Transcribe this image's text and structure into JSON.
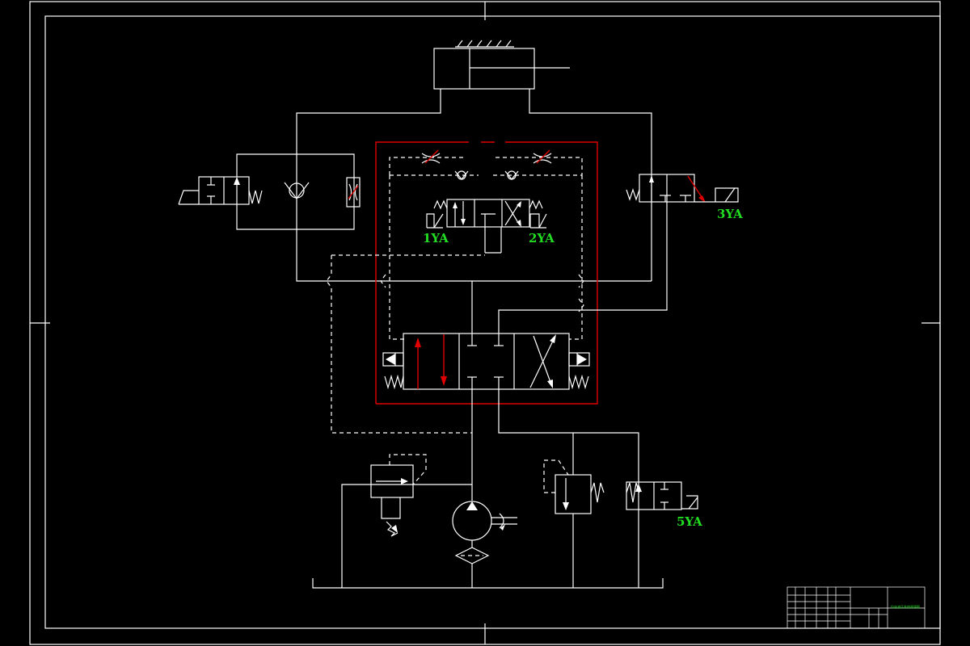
{
  "labels": {
    "sol_1ya": "1YA",
    "sol_2ya": "2YA",
    "sol_3ya": "3YA",
    "sol_5ya": "5YA"
  },
  "title_block": {
    "drawing_name": "拉床液压系统原理图"
  },
  "colors": {
    "background": "#000000",
    "line": "#ffffff",
    "highlight": "#e00000",
    "label": "#22dd22"
  }
}
